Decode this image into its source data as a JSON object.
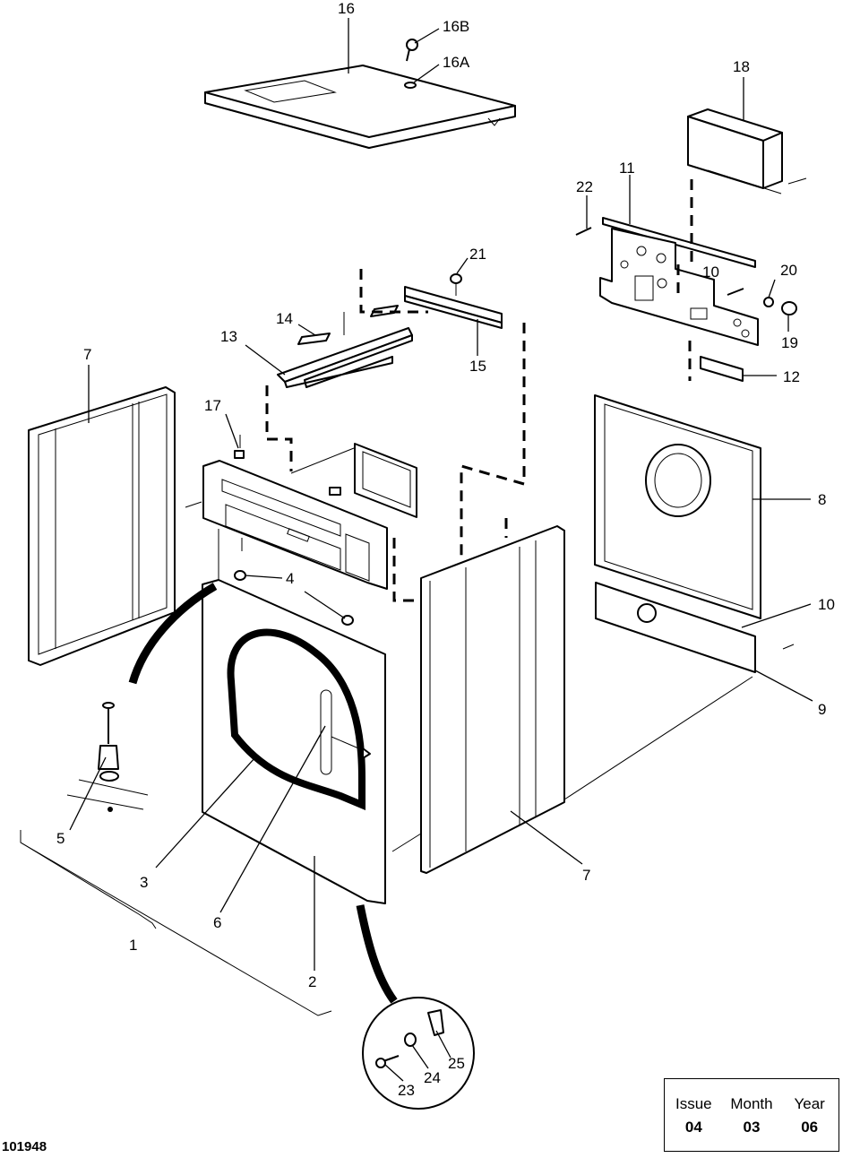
{
  "callouts": {
    "c16": "16",
    "c16B": "16B",
    "c16A": "16A",
    "c18": "18",
    "c11": "11",
    "c22": "22",
    "c21": "21",
    "c10a": "10",
    "c20": "20",
    "c14": "14",
    "c13": "13",
    "c7a": "7",
    "c15": "15",
    "c19": "19",
    "c12": "12",
    "c17": "17",
    "c8": "8",
    "c4": "4",
    "c10b": "10",
    "c9": "9",
    "c5": "5",
    "c3": "3",
    "c6": "6",
    "c7b": "7",
    "c1": "1",
    "c2": "2",
    "c25": "25",
    "c24": "24",
    "c23": "23"
  },
  "revision": {
    "issue_label": "Issue",
    "month_label": "Month",
    "year_label": "Year",
    "issue": "04",
    "month": "03",
    "year": "06"
  },
  "figure_number": "101948"
}
